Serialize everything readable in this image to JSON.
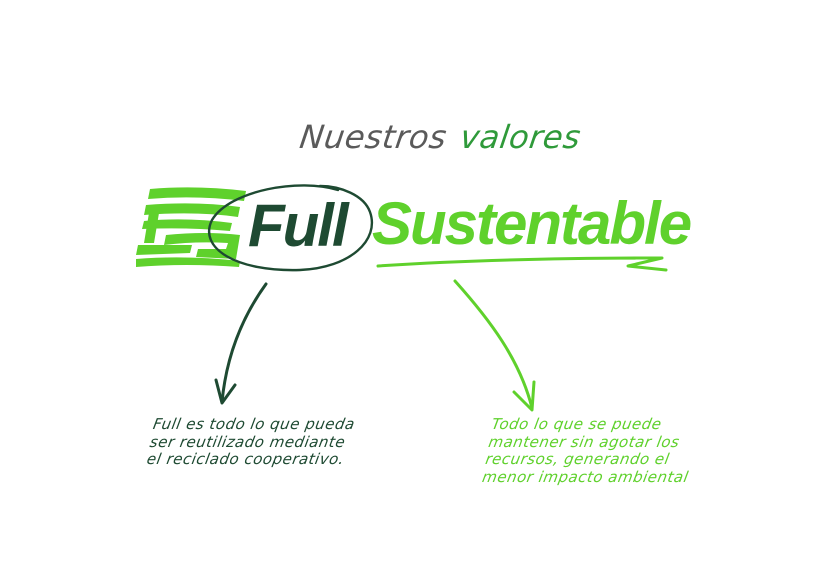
{
  "heading": {
    "word1": "Nuestros",
    "word2": "valores"
  },
  "logo": {
    "part1": "Full",
    "part2": "Sustentable",
    "icon": "stacked-lines-e-g-icon"
  },
  "notes": {
    "left": {
      "lines": [
        "Full es todo lo que pueda",
        "ser reutilizado mediante",
        "el reciclado cooperativo."
      ]
    },
    "right": {
      "lines": [
        "Todo lo que se puede",
        "mantener sin agotar los",
        "recursos, generando el",
        "menor impacto ambiental"
      ]
    }
  },
  "colors": {
    "dark_green": "#1e4a32",
    "lime_green": "#5fd12c",
    "mid_green": "#2f9a3a",
    "gray": "#5a5a5a",
    "background": "#ffffff"
  }
}
